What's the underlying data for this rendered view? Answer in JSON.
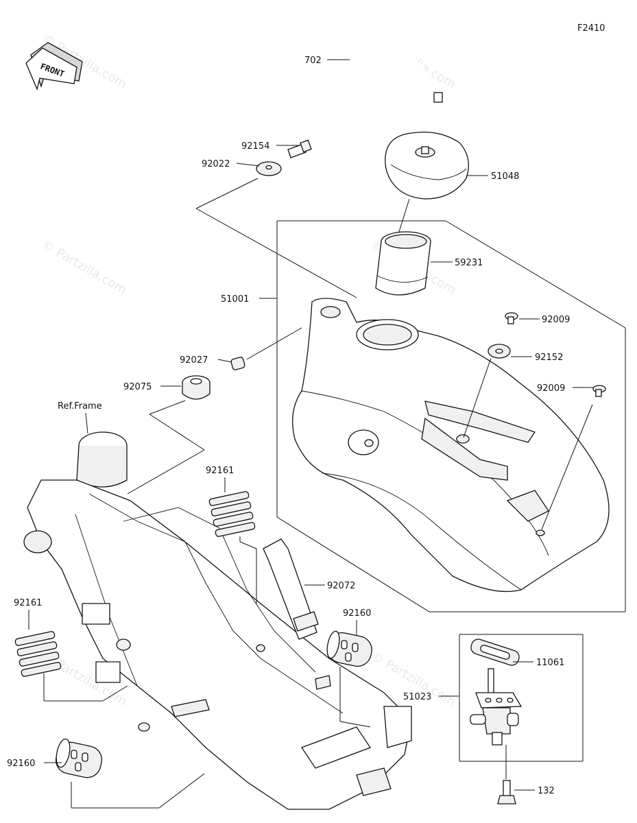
{
  "diagram": {
    "code": "F2410",
    "front_label": "FRONT",
    "ref_frame_label": "Ref.Frame",
    "watermark": "© Partzilla.com",
    "parts": [
      {
        "id": "p702",
        "number": "702"
      },
      {
        "id": "p92154",
        "number": "92154"
      },
      {
        "id": "p92022",
        "number": "92022"
      },
      {
        "id": "p51048",
        "number": "51048"
      },
      {
        "id": "p59231",
        "number": "59231"
      },
      {
        "id": "p51001",
        "number": "51001"
      },
      {
        "id": "p92009a",
        "number": "92009"
      },
      {
        "id": "p92152",
        "number": "92152"
      },
      {
        "id": "p92009b",
        "number": "92009"
      },
      {
        "id": "p92027",
        "number": "92027"
      },
      {
        "id": "p92075",
        "number": "92075"
      },
      {
        "id": "p92161a",
        "number": "92161"
      },
      {
        "id": "p92072",
        "number": "92072"
      },
      {
        "id": "p92161b",
        "number": "92161"
      },
      {
        "id": "p92160a",
        "number": "92160"
      },
      {
        "id": "p11061",
        "number": "11061"
      },
      {
        "id": "p51023",
        "number": "51023"
      },
      {
        "id": "p92160b",
        "number": "92160"
      },
      {
        "id": "p132",
        "number": "132"
      }
    ]
  }
}
